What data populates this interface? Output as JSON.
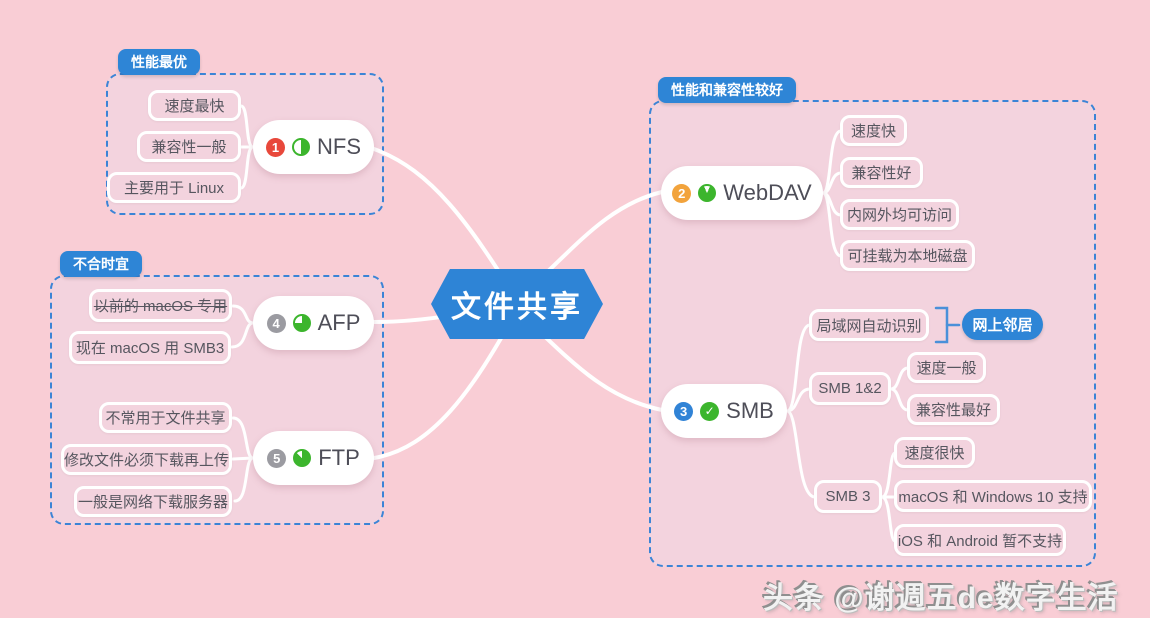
{
  "central": {
    "label": "文件共享"
  },
  "watermark": {
    "text": "头条 @谢週五de数字生活"
  },
  "icons": {
    "done_check": "✓"
  },
  "colors": {
    "background": "#f9cdd5",
    "group_fill": "#f3d3de",
    "accent_blue": "#2e85d6",
    "connector_white": "#ffffff",
    "progress_green": "#3cb52d",
    "priority_red": "#e8483b",
    "priority_orange": "#f2a33c",
    "priority_blue": "#3083d6",
    "priority_gray": "#9b9ba1",
    "topic_text": "#4e4e58",
    "child_text": "#56565f"
  },
  "groups": {
    "best_performance": {
      "badge": "性能最优"
    },
    "outdated": {
      "badge": "不合时宜"
    },
    "good_perf_compat": {
      "badge": "性能和兼容性较好"
    }
  },
  "topics": {
    "nfs": {
      "label": "NFS",
      "priority": "1",
      "progress": "half",
      "children": {
        "c1": "速度最快",
        "c2": "兼容性一般",
        "c3": "主要用于 Linux"
      }
    },
    "afp": {
      "label": "AFP",
      "priority": "4",
      "progress": "three-quarter",
      "children": {
        "c1": "以前的 macOS 专用",
        "c2": "现在 macOS 用 SMB3"
      }
    },
    "ftp": {
      "label": "FTP",
      "priority": "5",
      "progress": "seven-eighth",
      "children": {
        "c1": "不常用于文件共享",
        "c2": "修改文件必须下载再上传",
        "c3": "一般是网络下载服务器"
      }
    },
    "webdav": {
      "label": "WebDAV",
      "priority": "2",
      "progress": "seven-eighth-top",
      "children": {
        "c1": "速度快",
        "c2": "兼容性好",
        "c3": "内网外均可访问",
        "c4": "可挂载为本地磁盘"
      }
    },
    "smb": {
      "label": "SMB",
      "priority": "3",
      "progress": "done",
      "subtopics": {
        "lan": {
          "label": "局域网自动识别",
          "summary_badge": "网上邻居"
        },
        "smb12": {
          "label": "SMB 1&2",
          "children": {
            "c1": "速度一般",
            "c2": "兼容性最好"
          }
        },
        "smb3": {
          "label": "SMB 3",
          "children": {
            "c1": "速度很快",
            "c2": "macOS 和 Windows 10 支持",
            "c3": "iOS 和 Android 暂不支持"
          }
        }
      }
    }
  }
}
